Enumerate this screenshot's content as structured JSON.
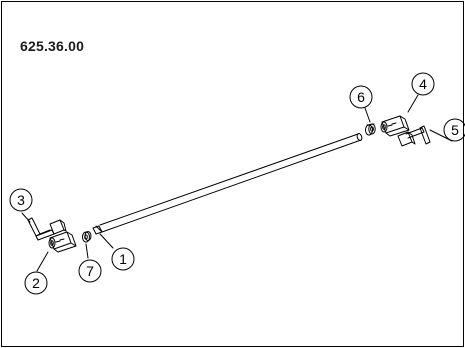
{
  "diagram": {
    "part_number": "625.36.00",
    "callouts": [
      {
        "id": "c1",
        "label": "1"
      },
      {
        "id": "c2",
        "label": "2"
      },
      {
        "id": "c3",
        "label": "3"
      },
      {
        "id": "c4",
        "label": "4"
      },
      {
        "id": "c5",
        "label": "5"
      },
      {
        "id": "c6",
        "label": "6"
      },
      {
        "id": "c7",
        "label": "7"
      }
    ]
  }
}
